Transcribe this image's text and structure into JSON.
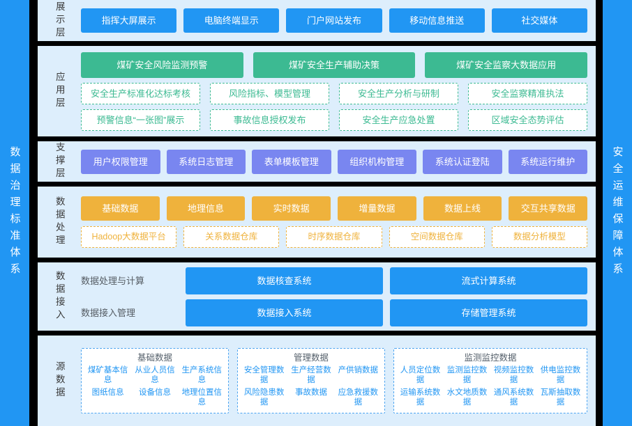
{
  "left_rail": {
    "label": "数据治理标准体系"
  },
  "right_rail": {
    "label": "安全运维保障体系"
  },
  "colors": {
    "rail": "#2196f3",
    "band_bg": "#ddeefc",
    "blue": "#2196f3",
    "green": "#3cba92",
    "purple": "#7986f0",
    "amber": "#efb23c",
    "gap": "#000000"
  },
  "bands": {
    "display": {
      "label": "展示层",
      "items": [
        "指挥大屏展示",
        "电脑终端显示",
        "门户网站发布",
        "移动信息推送",
        "社交媒体"
      ]
    },
    "application": {
      "label": "应用层",
      "primary": [
        "煤矿安全风险监测预警",
        "煤矿安全生产辅助决策",
        "煤矿安全监察大数据应用"
      ],
      "secondary": [
        "安全生产标准化达标考核",
        "风险指标、模型管理",
        "安全生产分析与研制",
        "安全监察精准执法",
        "预警信息“一张图”展示",
        "事故信息授权发布",
        "安全生产应急处置",
        "区域安全态势评估"
      ]
    },
    "support": {
      "label": "支撑层",
      "items": [
        "用户权限管理",
        "系统日志管理",
        "表单模板管理",
        "组织机构管理",
        "系统认证登陆",
        "系统运行维护"
      ]
    },
    "processing": {
      "label": "数据处理",
      "primary": [
        "基础数据",
        "地理信息",
        "实时数据",
        "增量数据",
        "数据上线",
        "交互共享数据"
      ],
      "secondary": [
        "Hadoop大数据平台",
        "关系数据仓库",
        "时序数据仓库",
        "空间数据仓库",
        "数据分析模型"
      ]
    },
    "access": {
      "label": "数据接入",
      "rows": [
        {
          "caption": "数据处理与计算",
          "items": [
            "数据核查系统",
            "流式计算系统"
          ]
        },
        {
          "caption": "数据接入管理",
          "items": [
            "数据接入系统",
            "存储管理系统"
          ]
        }
      ]
    },
    "source": {
      "label": "源数据",
      "groups": [
        {
          "title": "基础数据",
          "columns": 3,
          "items": [
            "煤矿基本信息",
            "从业人员信息",
            "生产系统信息",
            "图纸信息",
            "设备信息",
            "地理位置信息"
          ]
        },
        {
          "title": "管理数据",
          "columns": 3,
          "items": [
            "安全管理数据",
            "生产经营数据",
            "产供销数据",
            "风险隐患数据",
            "事故数据",
            "应急救援数据"
          ]
        },
        {
          "title": "监测监控数据",
          "columns": 4,
          "items": [
            "人员定位数据",
            "监测监控数据",
            "视频监控数据",
            "供电监控数据",
            "运输系统数据",
            "水文地质数据",
            "通风系统数据",
            "瓦斯抽取数据"
          ]
        }
      ]
    }
  }
}
